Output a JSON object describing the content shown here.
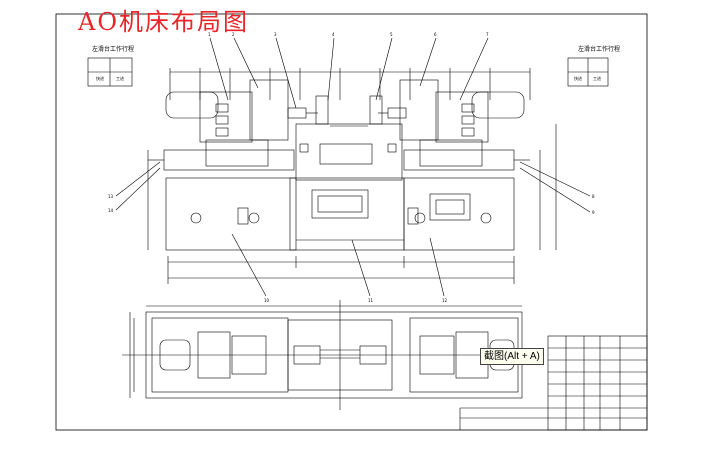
{
  "drawing": {
    "title": "AO机床布局图",
    "left_head_label": "左滑台工作行程",
    "right_head_label": "左滑台工作行程",
    "tooltip": "截图(Alt + A)",
    "part_numbers": [
      "1",
      "2",
      "3",
      "4",
      "5",
      "6",
      "7",
      "8",
      "9",
      "10",
      "11",
      "12",
      "13",
      "14"
    ],
    "mini_table_left": {
      "labels": [
        "快进",
        "工进"
      ]
    },
    "mini_table_right": {
      "labels": [
        "快进",
        "工进"
      ]
    }
  },
  "colors": {
    "title": "#e8262a",
    "line": "#000000",
    "tooltip_bg": "#fffff0"
  }
}
